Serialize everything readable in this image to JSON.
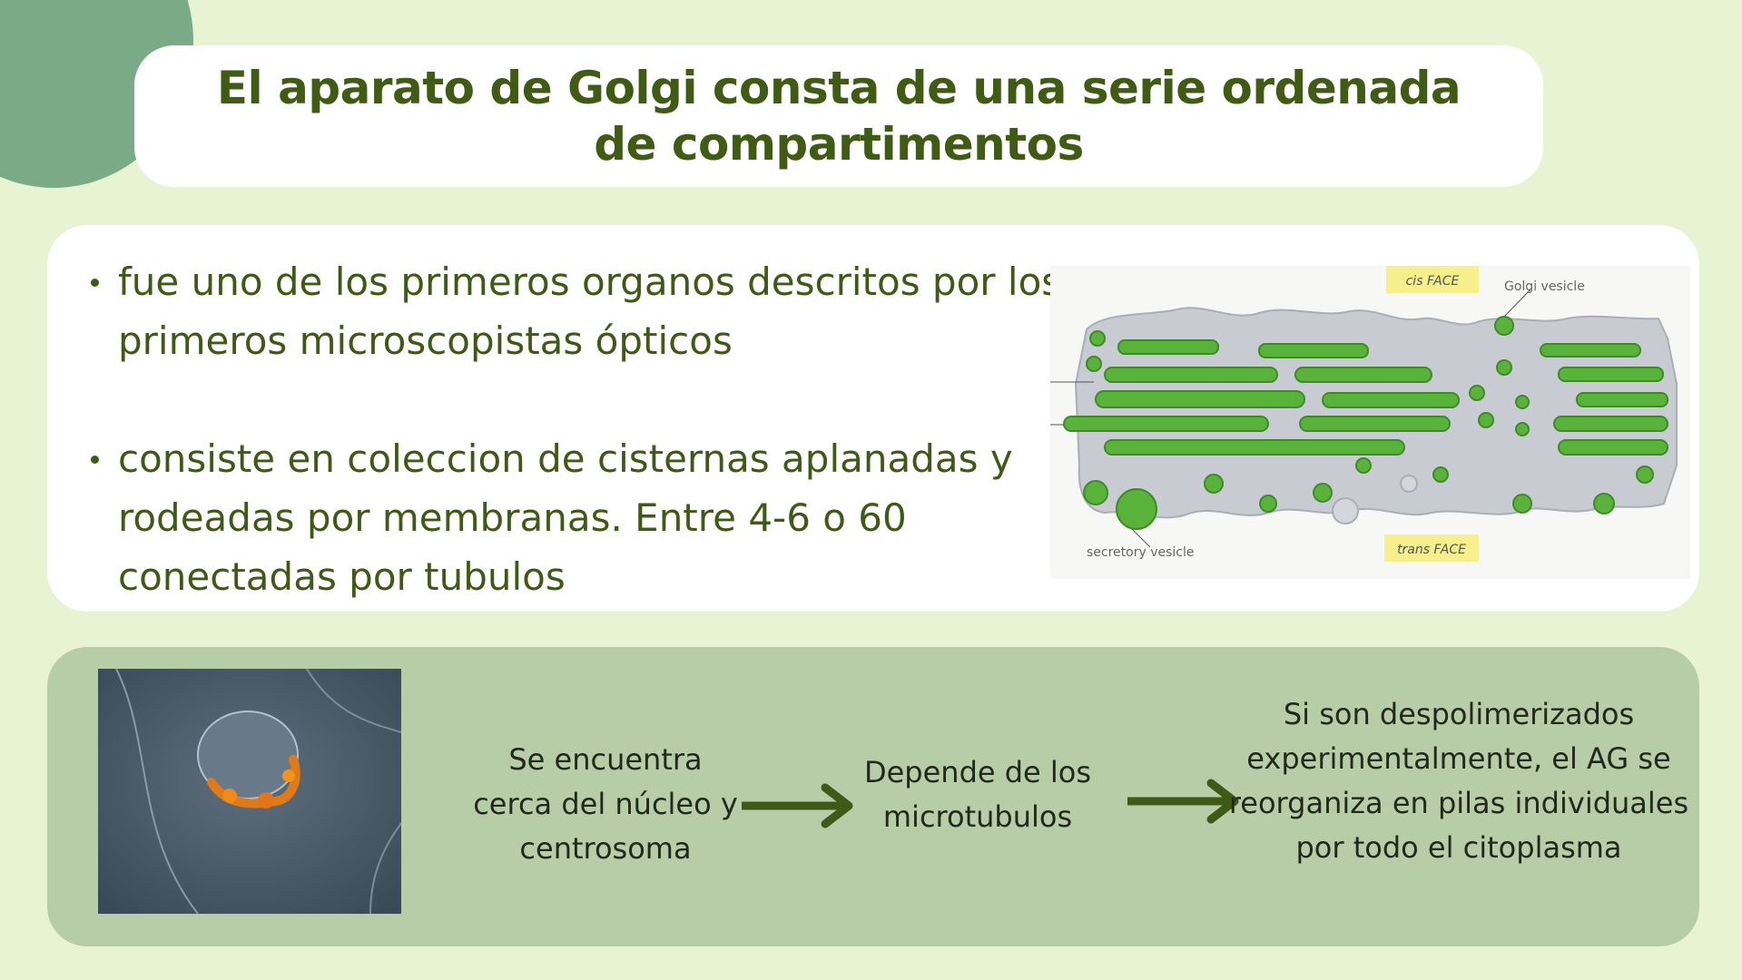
{
  "title": "El aparato de Golgi consta de una serie ordenada de compartimentos",
  "bullets": [
    "fue uno de los primeros organos descritos por los primeros microscopistas ópticos",
    "consiste en coleccion de cisternas aplanadas y rodeadas por membranas. Entre 4-6 o 60 conectadas por tubulos"
  ],
  "figure": {
    "cis_face": "cis FACE",
    "golgi_vesicle": "Golgi vesicle",
    "secretory_vesicle": "secretory vesicle",
    "trans_face": "trans FACE"
  },
  "flow": {
    "step1": "Se encuentra cerca del núcleo y centrosoma",
    "step2": "Depende de los microtubulos",
    "step3": "Si son despolimerizados experimentalmente, el AG se reorganiza en pilas individuales por todo el citoplasma"
  },
  "colors": {
    "background": "#e8f3d3",
    "accent_circle": "#7aab86",
    "title_text": "#3f5b14",
    "cisterna_green": "#59b33a",
    "bottom_card": "#b6cda8",
    "arrow": "#3e5a16",
    "label_highlight": "#f7ee8c"
  }
}
